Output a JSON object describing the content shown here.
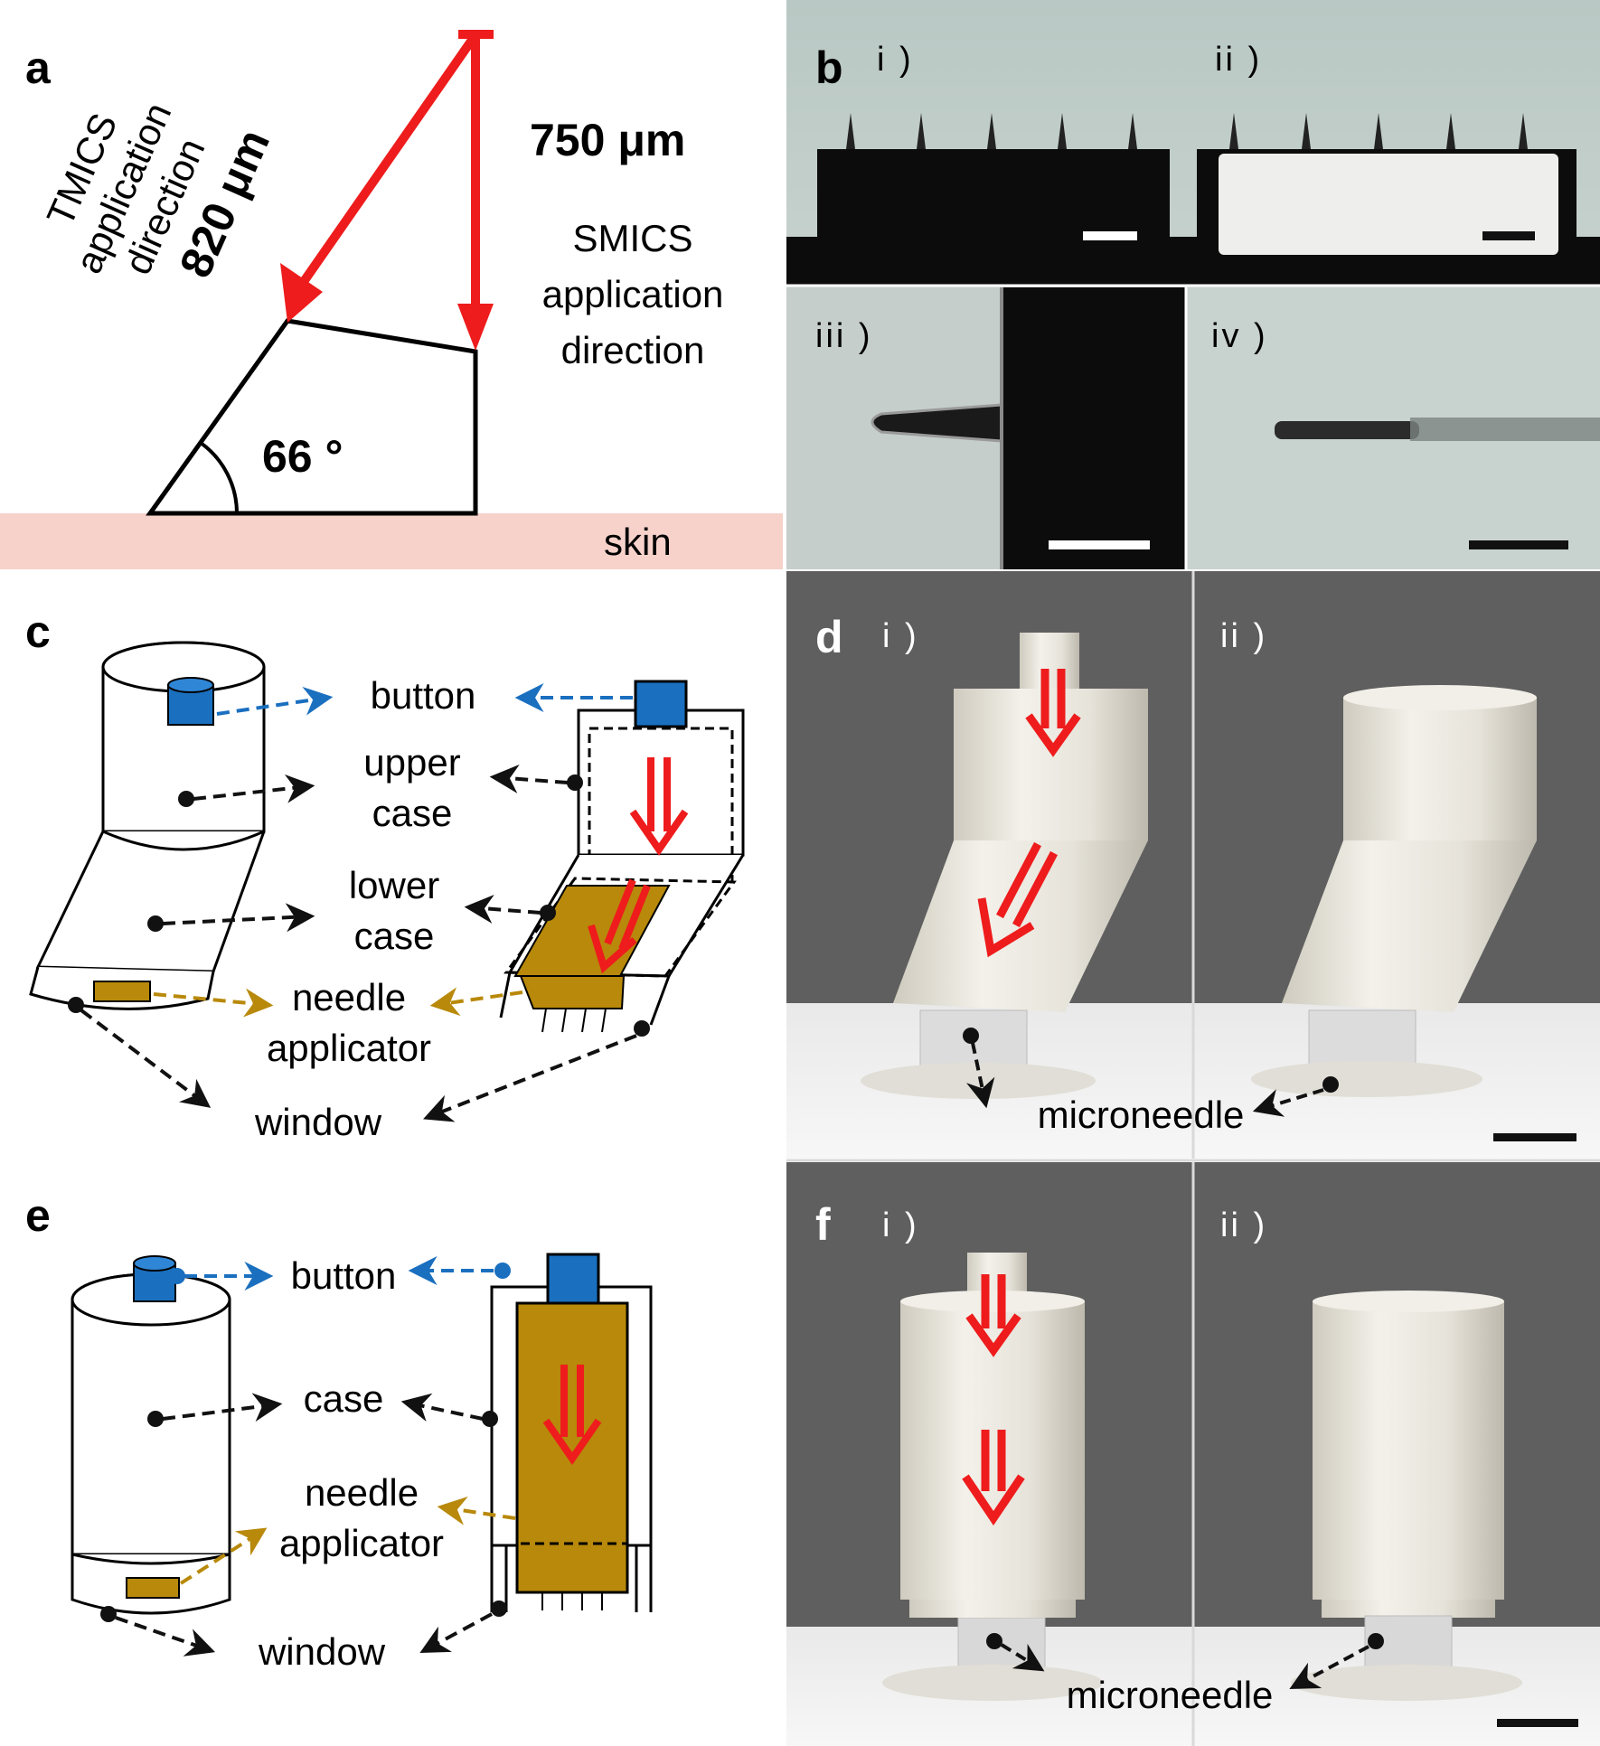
{
  "colors": {
    "arrow_red": "#ee1c1c",
    "button_blue": "#1a6fbf",
    "applicator_gold": "#b8890a",
    "skin_pink": "#f6d2cb",
    "photo_gray": "#5e5e5e",
    "micro_bg": "#c9d3d0"
  },
  "panel_a": {
    "label": "a",
    "tmics_label": [
      "TMICS",
      "application",
      "direction"
    ],
    "tmics_length": "820 μm",
    "smics_length": "750 μm",
    "smics_label": [
      "SMICS",
      "application",
      "direction"
    ],
    "angle": "66 °",
    "skin": "skin"
  },
  "panel_b": {
    "label": "b",
    "sub": [
      "i )",
      "ii )",
      "iii )",
      "iv )"
    ]
  },
  "panel_c": {
    "label": "c",
    "button": "button",
    "upper_case": [
      "upper",
      "case"
    ],
    "lower_case": [
      "lower",
      "case"
    ],
    "needle_applicator": [
      "needle",
      "applicator"
    ],
    "window": "window"
  },
  "panel_d": {
    "label": "d",
    "sub": [
      "i )",
      "ii )"
    ],
    "microneedle": "microneedle"
  },
  "panel_e": {
    "label": "e",
    "button": "button",
    "case": "case",
    "needle_applicator": [
      "needle",
      "applicator"
    ],
    "window": "window"
  },
  "panel_f": {
    "label": "f",
    "sub": [
      "i )",
      "ii )"
    ],
    "microneedle": "microneedle"
  }
}
